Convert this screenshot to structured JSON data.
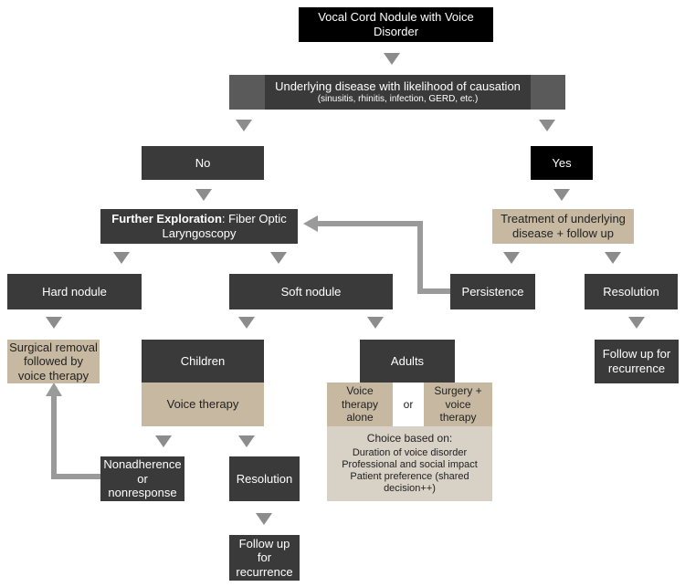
{
  "nodes": {
    "root": [
      "Vocal Cord Nodule with Voice",
      "Disorder"
    ],
    "underlying": {
      "title": "Underlying disease with likelihood of causation",
      "subtitle": "(sinusitis, rhinitis, infection, GERD, etc.)"
    },
    "no": "No",
    "yes": "Yes",
    "exploration": {
      "bold": "Further Exploration",
      "rest": ": Fiber Optic",
      "line2": "Laryngoscopy"
    },
    "treatment": [
      "Treatment of underlying",
      "disease + follow up"
    ],
    "hard_nodule": "Hard nodule",
    "soft_nodule": "Soft nodule",
    "persistence": "Persistence",
    "resolution_right": "Resolution",
    "surgical_removal": [
      "Surgical removal",
      "followed by",
      "voice therapy"
    ],
    "children": "Children",
    "voice_therapy": "Voice therapy",
    "adults": "Adults",
    "voice_therapy_alone": [
      "Voice",
      "therapy",
      "alone"
    ],
    "or": "or",
    "surgery_voice": [
      "Surgery +",
      "voice",
      "therapy"
    ],
    "choice": {
      "title": "Choice based on:",
      "items": [
        "Duration of voice disorder",
        "Professional and social impact",
        "Patient preference (shared",
        "decision++)"
      ]
    },
    "follow_up_right": [
      "Follow up for",
      "recurrence"
    ],
    "nonadherence": [
      "Nonadherence",
      "or",
      "nonresponse"
    ],
    "resolution_children": "Resolution",
    "follow_up_children": [
      "Follow up",
      "for",
      "recurrence"
    ]
  }
}
